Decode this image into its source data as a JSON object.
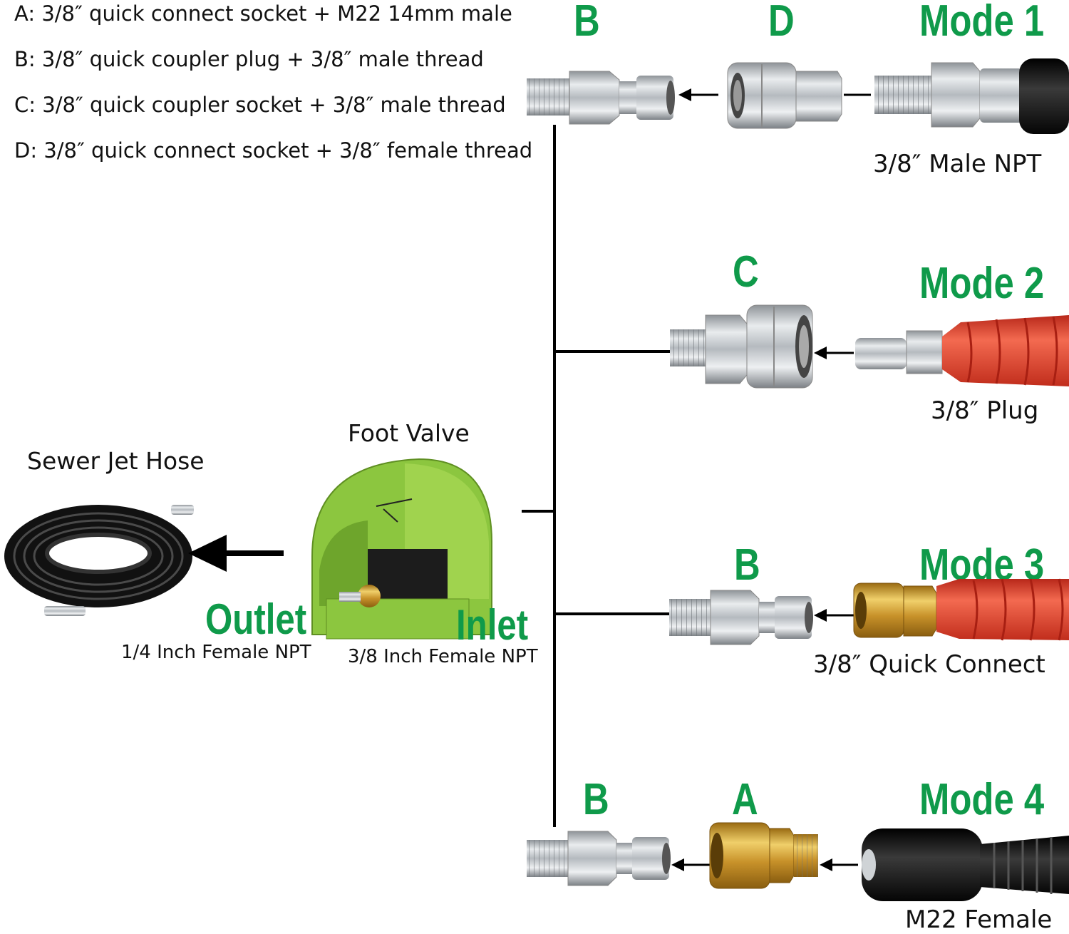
{
  "legend": [
    "A: 3/8″ quick connect socket + M22 14mm male",
    "B: 3/8″ quick coupler plug + 3/8″ male thread",
    "C: 3/8″ quick coupler socket + 3/8″ male thread",
    "D: 3/8″ quick connect socket + 3/8″ female thread"
  ],
  "labels": {
    "sewer_jet_hose": "Sewer Jet Hose",
    "foot_valve": "Foot Valve",
    "outlet": "Outlet",
    "outlet_spec": "1/4 Inch Female NPT",
    "inlet": "Inlet",
    "inlet_spec": "3/8 Inch Female NPT"
  },
  "modes": [
    {
      "title": "Mode 1",
      "caption": "3/8″ Male NPT",
      "codes": [
        "B",
        "D"
      ]
    },
    {
      "title": "Mode 2",
      "caption": "3/8″ Plug",
      "codes": [
        "C"
      ]
    },
    {
      "title": "Mode 3",
      "caption": "3/8″ Quick Connect",
      "codes": [
        "B"
      ]
    },
    {
      "title": "Mode 4",
      "caption": "M22 Female",
      "codes": [
        "B",
        "A"
      ]
    }
  ],
  "colors": {
    "accent_green": "#0f9a4a",
    "valve_green": "#8cc63f",
    "stainless": "#c9cdd1",
    "brass": "#d6a53a",
    "red_hose": "#e8432a",
    "black_hose": "#1b1b1b"
  }
}
